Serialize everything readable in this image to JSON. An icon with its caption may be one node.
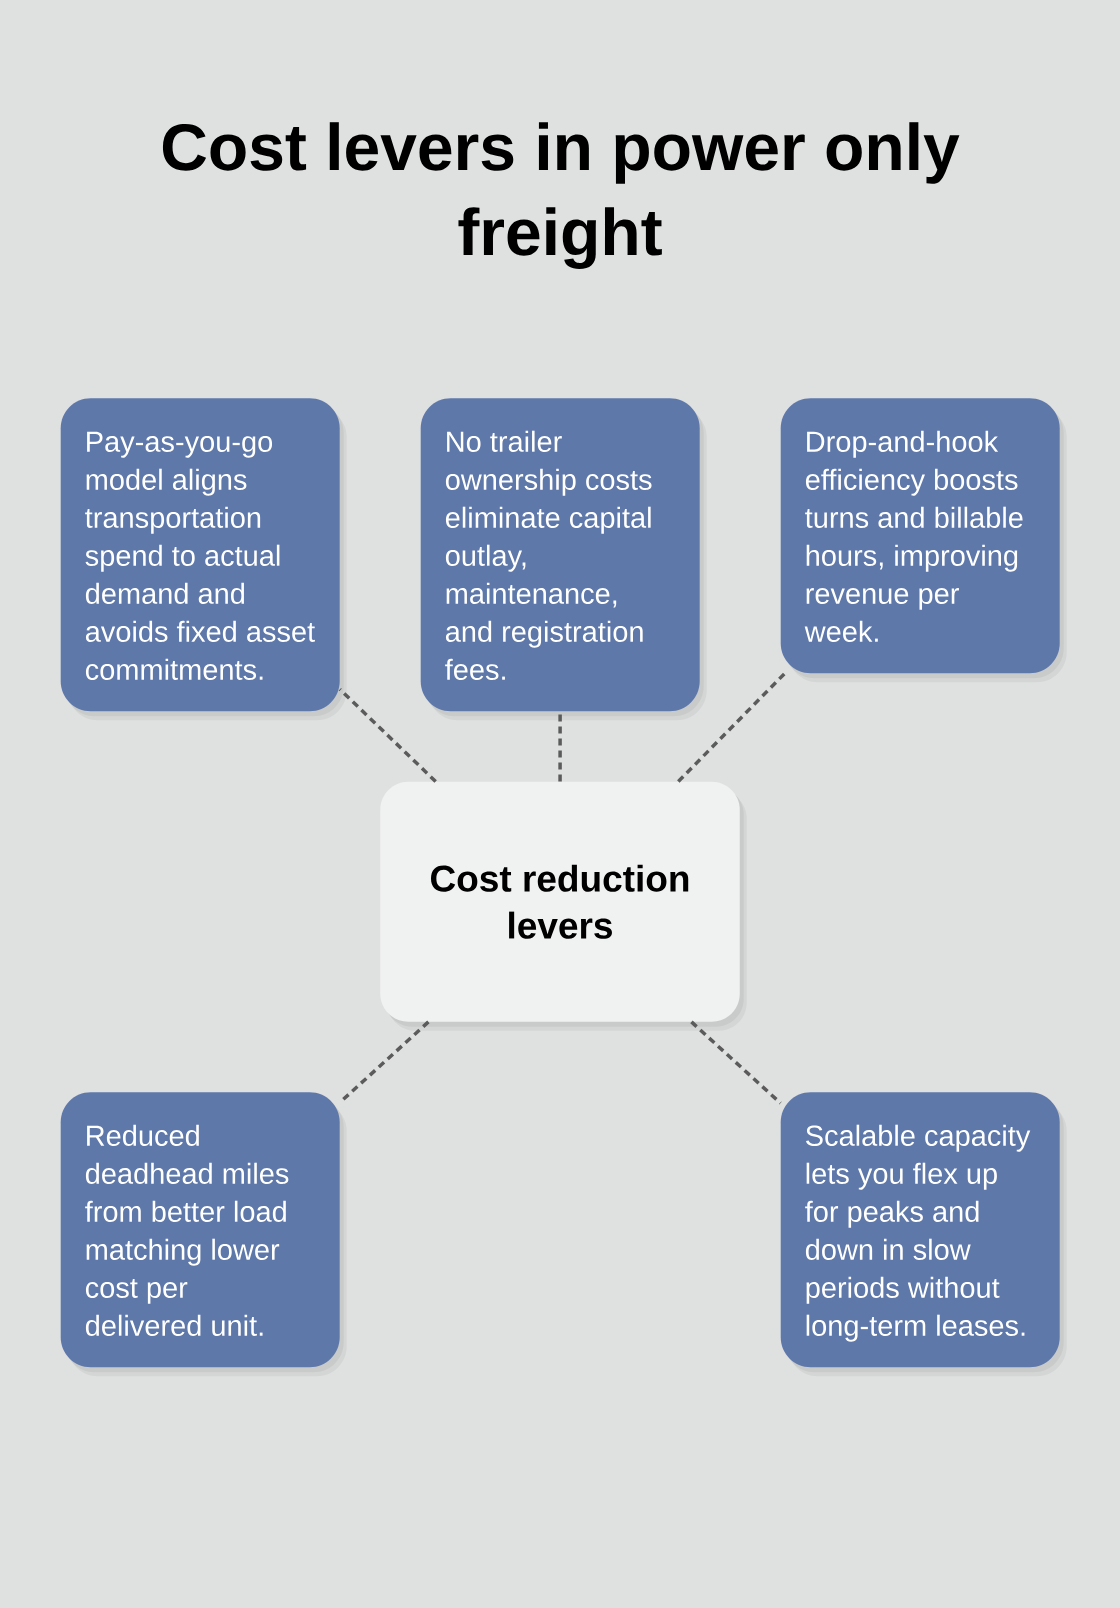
{
  "diagram": {
    "title": "Cost levers in power only freight",
    "nodes": [
      {
        "text": [
          "Pay-as-you-go model aligns transportation spend to actual demand and avoids fixed asset commitments."
        ]
      },
      {
        "text": [
          "No trailer ownership costs eliminate capital outlay, maintenance, and registration fees."
        ]
      },
      {
        "text": [
          "Drop-and-hook efficiency boosts turns and billable hours, improving revenue per week."
        ]
      },
      {
        "text": [
          "Cost reduction levers"
        ]
      },
      {
        "text": [
          "Reduced deadhead miles from better load matching lower cost per delivered unit."
        ]
      },
      {
        "text": [
          "Scalable capacity lets you flex up for peaks and down in slow periods without long-term leases."
        ]
      }
    ],
    "edges": [
      {
        "from": 3,
        "to": 0,
        "arrow": "none",
        "style": "dashed"
      },
      {
        "from": 3,
        "to": 1,
        "arrow": "none",
        "style": "dashed"
      },
      {
        "from": 3,
        "to": 2,
        "arrow": "none",
        "style": "dashed"
      },
      {
        "from": 3,
        "to": 4,
        "arrow": "none",
        "style": "dashed"
      },
      {
        "from": 3,
        "to": 5,
        "arrow": "none",
        "style": "dashed"
      }
    ]
  }
}
